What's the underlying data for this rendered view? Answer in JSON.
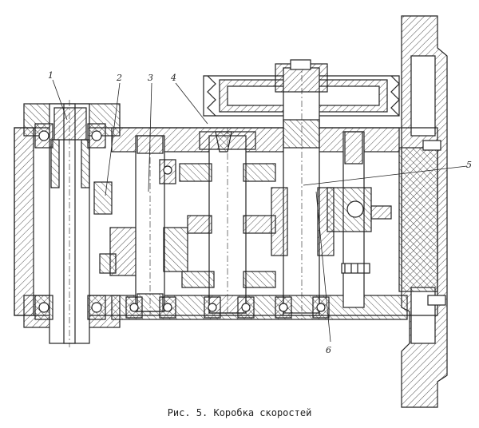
{
  "figure": {
    "caption": "Рис. 5. Коробка скоростей",
    "callouts": {
      "c1": "1",
      "c2": "2",
      "c3": "3",
      "c4": "4",
      "c5": "5",
      "c6": "6"
    },
    "colors": {
      "line": "#222222",
      "paper": "#ffffff"
    }
  }
}
